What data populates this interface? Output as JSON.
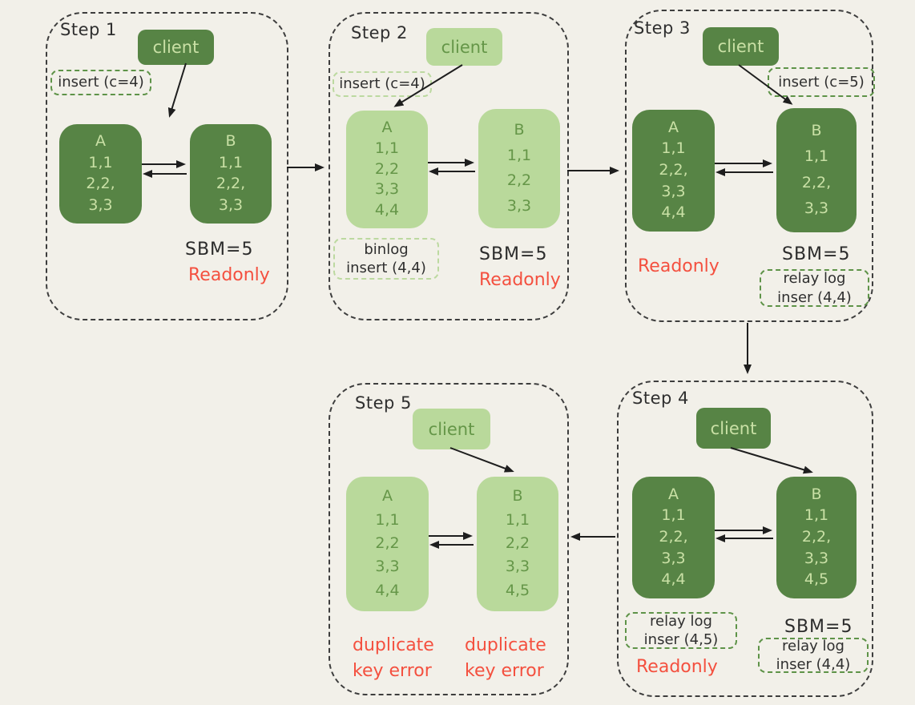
{
  "page": {
    "background": "#f2f0e9"
  },
  "colors": {
    "dark_green_fill": "#578445",
    "light_green_fill": "#b9d99b",
    "text_on_dark": "#c9e0a5",
    "text_on_light": "#659648",
    "note_border_green": "#5e9348",
    "note_border_light_green": "#bcd9a0",
    "error_red": "#f4503f",
    "ink": "#2f2f2f",
    "arrow_black": "#1e1e1e"
  },
  "steps": [
    {
      "label": "Step 1",
      "client": "client",
      "note": "insert (c=4)",
      "a": {
        "rows": [
          "A",
          "1,1",
          "2,2,",
          "3,3"
        ]
      },
      "b": {
        "rows": [
          "B",
          "1,1",
          "2,2,",
          "3,3"
        ]
      },
      "sbm": "SBM=5",
      "status": "Readonly"
    },
    {
      "label": "Step 2",
      "client": "client",
      "note": "insert (c=4)",
      "a": {
        "rows": [
          "A",
          "1,1",
          "2,2",
          "3,3",
          "4,4"
        ]
      },
      "b": {
        "rows": [
          "B",
          "1,1",
          "2,2",
          "3,3"
        ]
      },
      "binlog": [
        "binlog",
        "insert (4,4)"
      ],
      "sbm": "SBM=5",
      "status": "Readonly"
    },
    {
      "label": "Step 3",
      "client": "client",
      "note": "insert (c=5)",
      "a": {
        "rows": [
          "A",
          "1,1",
          "2,2,",
          "3,3",
          "4,4"
        ]
      },
      "b": {
        "rows": [
          "B",
          "1,1",
          "2,2,",
          "3,3"
        ]
      },
      "status": "Readonly",
      "sbm": "SBM=5",
      "relay_b": [
        "relay log",
        "inser (4,4)"
      ]
    },
    {
      "label": "Step 4",
      "client": "client",
      "a": {
        "rows": [
          "A",
          "1,1",
          "2,2,",
          "3,3",
          "4,4"
        ]
      },
      "b": {
        "rows": [
          "B",
          "1,1",
          "2,2,",
          "3,3",
          "4,5"
        ]
      },
      "relay_a": [
        "relay log",
        "inser (4,5)"
      ],
      "status": "Readonly",
      "sbm": "SBM=5",
      "relay_b": [
        "relay log",
        "inser (4,4)"
      ]
    },
    {
      "label": "Step 5",
      "client": "client",
      "a": {
        "rows": [
          "A",
          "1,1",
          "2,2",
          "3,3",
          "4,4"
        ]
      },
      "b": {
        "rows": [
          "B",
          "1,1",
          "2,2",
          "3,3",
          "4,5"
        ]
      },
      "error_a": [
        "duplicate",
        "key error"
      ],
      "error_b": [
        "duplicate",
        "key error"
      ]
    }
  ]
}
